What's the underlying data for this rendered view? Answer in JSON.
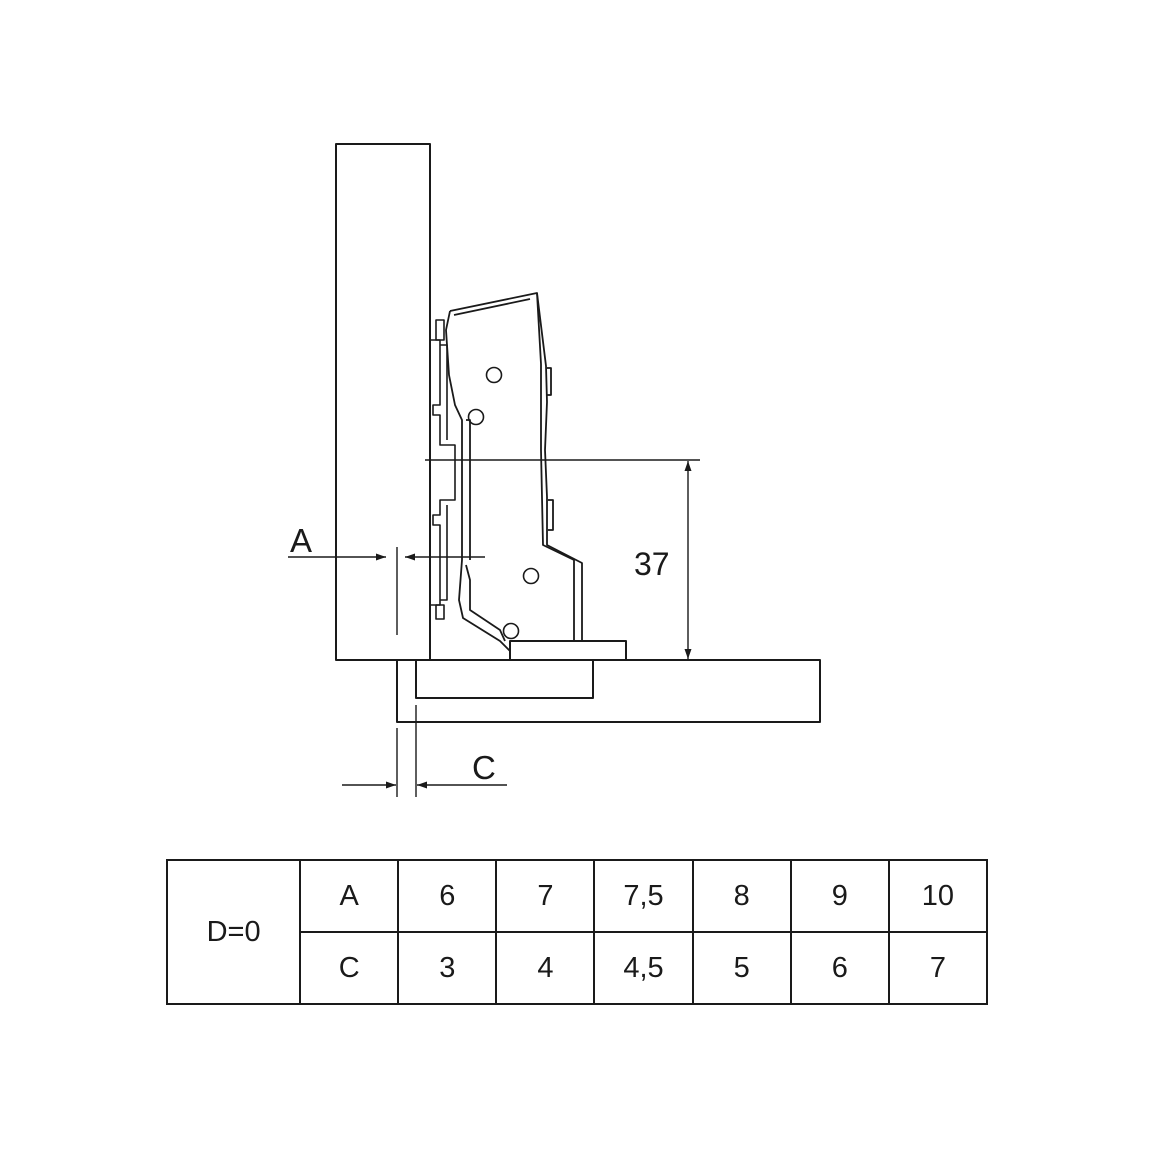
{
  "drawing": {
    "dimension_37": "37",
    "label_a": "A",
    "label_c": "C"
  },
  "table": {
    "condition": "D=0",
    "rows": [
      {
        "label": "A",
        "values": [
          "6",
          "7",
          "7,5",
          "8",
          "9",
          "10"
        ]
      },
      {
        "label": "C",
        "values": [
          "3",
          "4",
          "4,5",
          "5",
          "6",
          "7"
        ]
      }
    ]
  }
}
